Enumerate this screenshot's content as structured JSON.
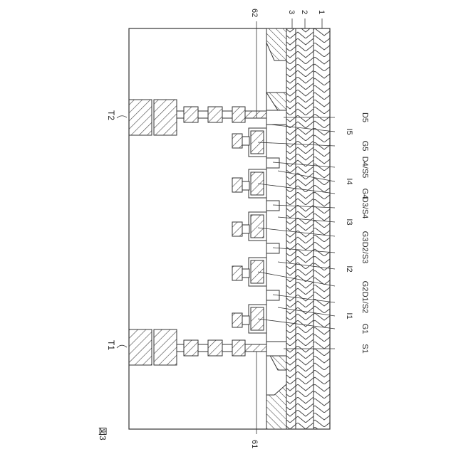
{
  "figure": {
    "caption": "図3"
  },
  "layers": {
    "substrate": "1",
    "layer_2": "2",
    "layer_3": "3"
  },
  "terminals": {
    "t1": "T1",
    "t2": "T2"
  },
  "wirings": {
    "w61": "61",
    "w62": "62"
  },
  "right_labels": {
    "r1": [
      "S1",
      "G1",
      "D1/S2",
      "G2",
      "D2/S3",
      "G3",
      "D3/S4",
      "G4",
      "D4/S5",
      "G5",
      "D5"
    ],
    "r2": [
      "I1",
      "I2",
      "I3",
      "I4",
      "I5"
    ]
  },
  "colors": {
    "line": "#333333",
    "hatch": "#444444",
    "fill": "#ffffff"
  }
}
